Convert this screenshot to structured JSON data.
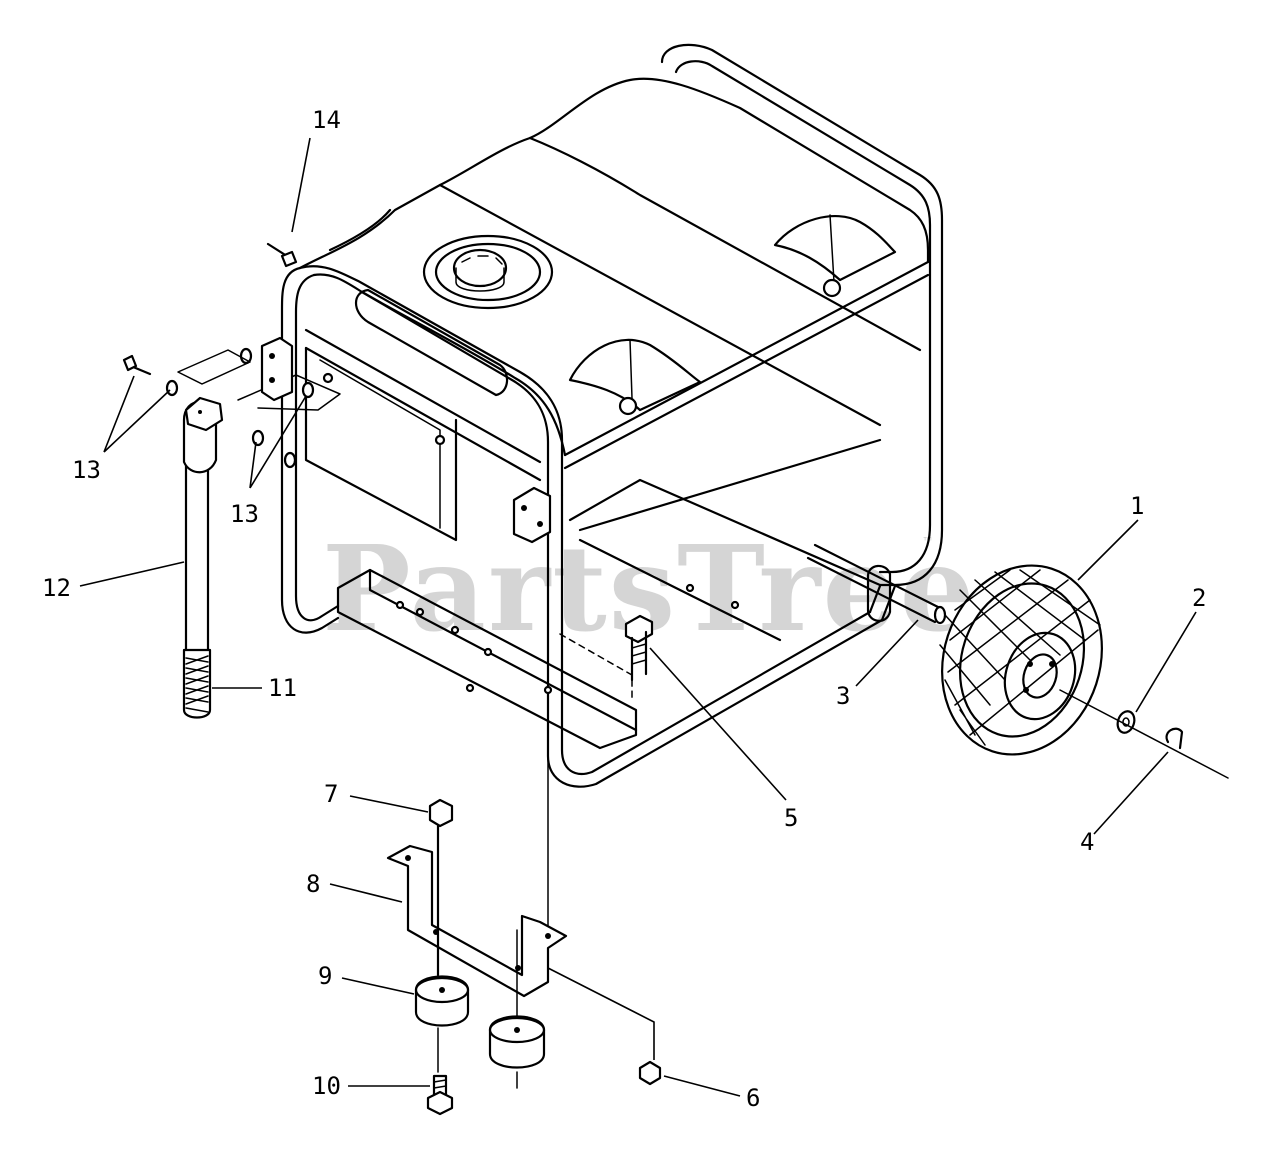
{
  "watermark": {
    "text": "PartsTree",
    "trademark": "™"
  },
  "callouts": [
    {
      "id": "1",
      "label": "1"
    },
    {
      "id": "2",
      "label": "2"
    },
    {
      "id": "3",
      "label": "3"
    },
    {
      "id": "4",
      "label": "4"
    },
    {
      "id": "5",
      "label": "5"
    },
    {
      "id": "6",
      "label": "6"
    },
    {
      "id": "7",
      "label": "7"
    },
    {
      "id": "8",
      "label": "8"
    },
    {
      "id": "9",
      "label": "9"
    },
    {
      "id": "10",
      "label": "10"
    },
    {
      "id": "11",
      "label": "11"
    },
    {
      "id": "12",
      "label": "12"
    },
    {
      "id": "13a",
      "label": "13"
    },
    {
      "id": "13b",
      "label": "13"
    },
    {
      "id": "14",
      "label": "14"
    }
  ]
}
